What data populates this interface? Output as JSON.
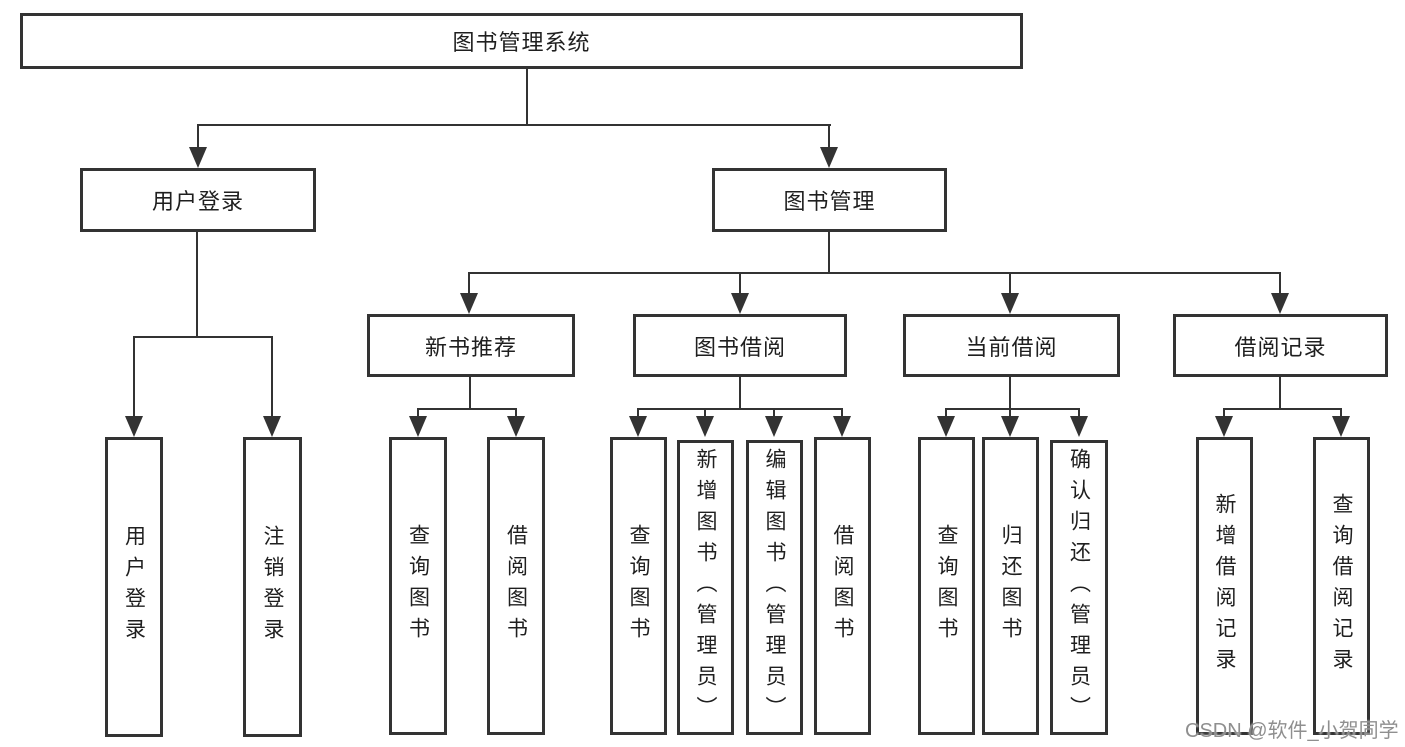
{
  "diagram": {
    "title": "图书管理系统",
    "watermark": "CSDN @软件_小贺同学",
    "colors": {
      "line": "#333333",
      "box_background": "#ffffff",
      "text": "#1f1f1f",
      "watermark": "#8f8f8f"
    },
    "nodes": {
      "root": {
        "label": "图书管理系统"
      },
      "user_login": {
        "label": "用户登录"
      },
      "book_mgmt": {
        "label": "图书管理"
      },
      "login_leaf": {
        "label": "用户登录"
      },
      "logout_leaf": {
        "label": "注销登录"
      },
      "new_book_rec": {
        "label": "新书推荐"
      },
      "book_borrow": {
        "label": "图书借阅"
      },
      "current_borrow": {
        "label": "当前借阅"
      },
      "borrow_record": {
        "label": "借阅记录"
      },
      "nbr_query": {
        "label": "查询图书"
      },
      "nbr_borrow": {
        "label": "借阅图书"
      },
      "bb_query": {
        "label": "查询图书"
      },
      "bb_add": {
        "label": "新增图书（管理员）"
      },
      "bb_edit": {
        "label": "编辑图书（管理员）"
      },
      "bb_borrow": {
        "label": "借阅图书"
      },
      "cb_query": {
        "label": "查询图书"
      },
      "cb_return": {
        "label": "归还图书"
      },
      "cb_confirm": {
        "label": "确认归还（管理员）"
      },
      "br_add": {
        "label": "新增借阅记录"
      },
      "br_query": {
        "label": "查询借阅记录"
      }
    },
    "edges": [
      "root→user_login",
      "root→book_mgmt",
      "user_login→login_leaf",
      "user_login→logout_leaf",
      "book_mgmt→new_book_rec",
      "book_mgmt→book_borrow",
      "book_mgmt→current_borrow",
      "book_mgmt→borrow_record",
      "new_book_rec→nbr_query",
      "new_book_rec→nbr_borrow",
      "book_borrow→bb_query",
      "book_borrow→bb_add",
      "book_borrow→bb_edit",
      "book_borrow→bb_borrow",
      "current_borrow→cb_query",
      "current_borrow→cb_return",
      "current_borrow→cb_confirm",
      "borrow_record→br_add",
      "borrow_record→br_query"
    ]
  }
}
